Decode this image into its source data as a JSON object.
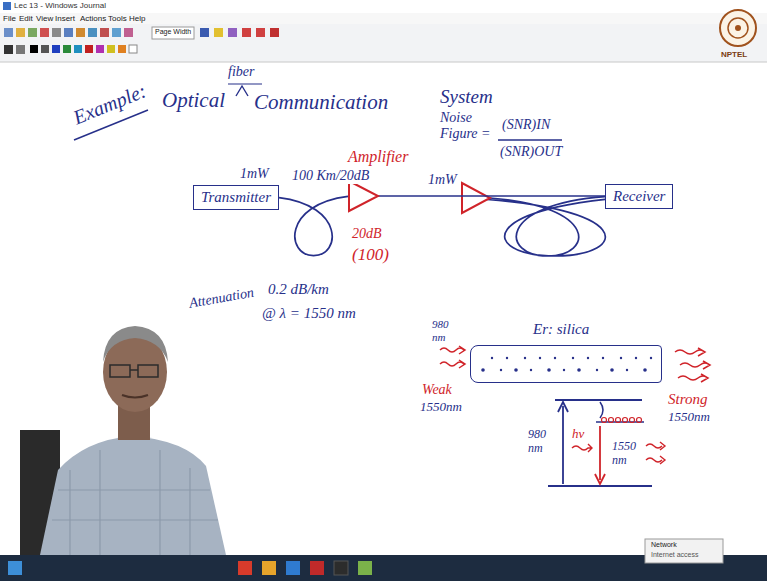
{
  "diagram": {
    "nodes": [
      {
        "text": [
          "Transmitter"
        ]
      },
      {
        "text": [
          "Amplifier"
        ]
      },
      {
        "text": [
          "Receiver"
        ]
      },
      {
        "text": [
          "Er: silica"
        ]
      }
    ],
    "edges": [
      {
        "from": 0,
        "to": 1,
        "arrow": "none",
        "label": "100 Km/20dB"
      },
      {
        "from": 1,
        "to": 2,
        "arrow": "none"
      }
    ],
    "labels": [
      "Lec 13 - Windows Journal",
      "File",
      "Edit",
      "View",
      "Insert",
      "Actions",
      "Tools",
      "Help",
      "Page Width",
      "NPTEL",
      "Example:",
      "Optical",
      "fiber",
      "Communication",
      "System",
      "Noise Figure =",
      "(SNR)IN",
      "(SNR)OUT",
      "1mW",
      "1mW",
      "20dB",
      "(100)",
      "Attenuation",
      "0.2 dB/km",
      "@ λ = 1550 nm",
      "980 nm",
      "Weak",
      "1550nm",
      "Strong",
      "1550nm",
      "980 nm",
      "hν",
      "1550 nm",
      "Network",
      "Internet access"
    ]
  }
}
